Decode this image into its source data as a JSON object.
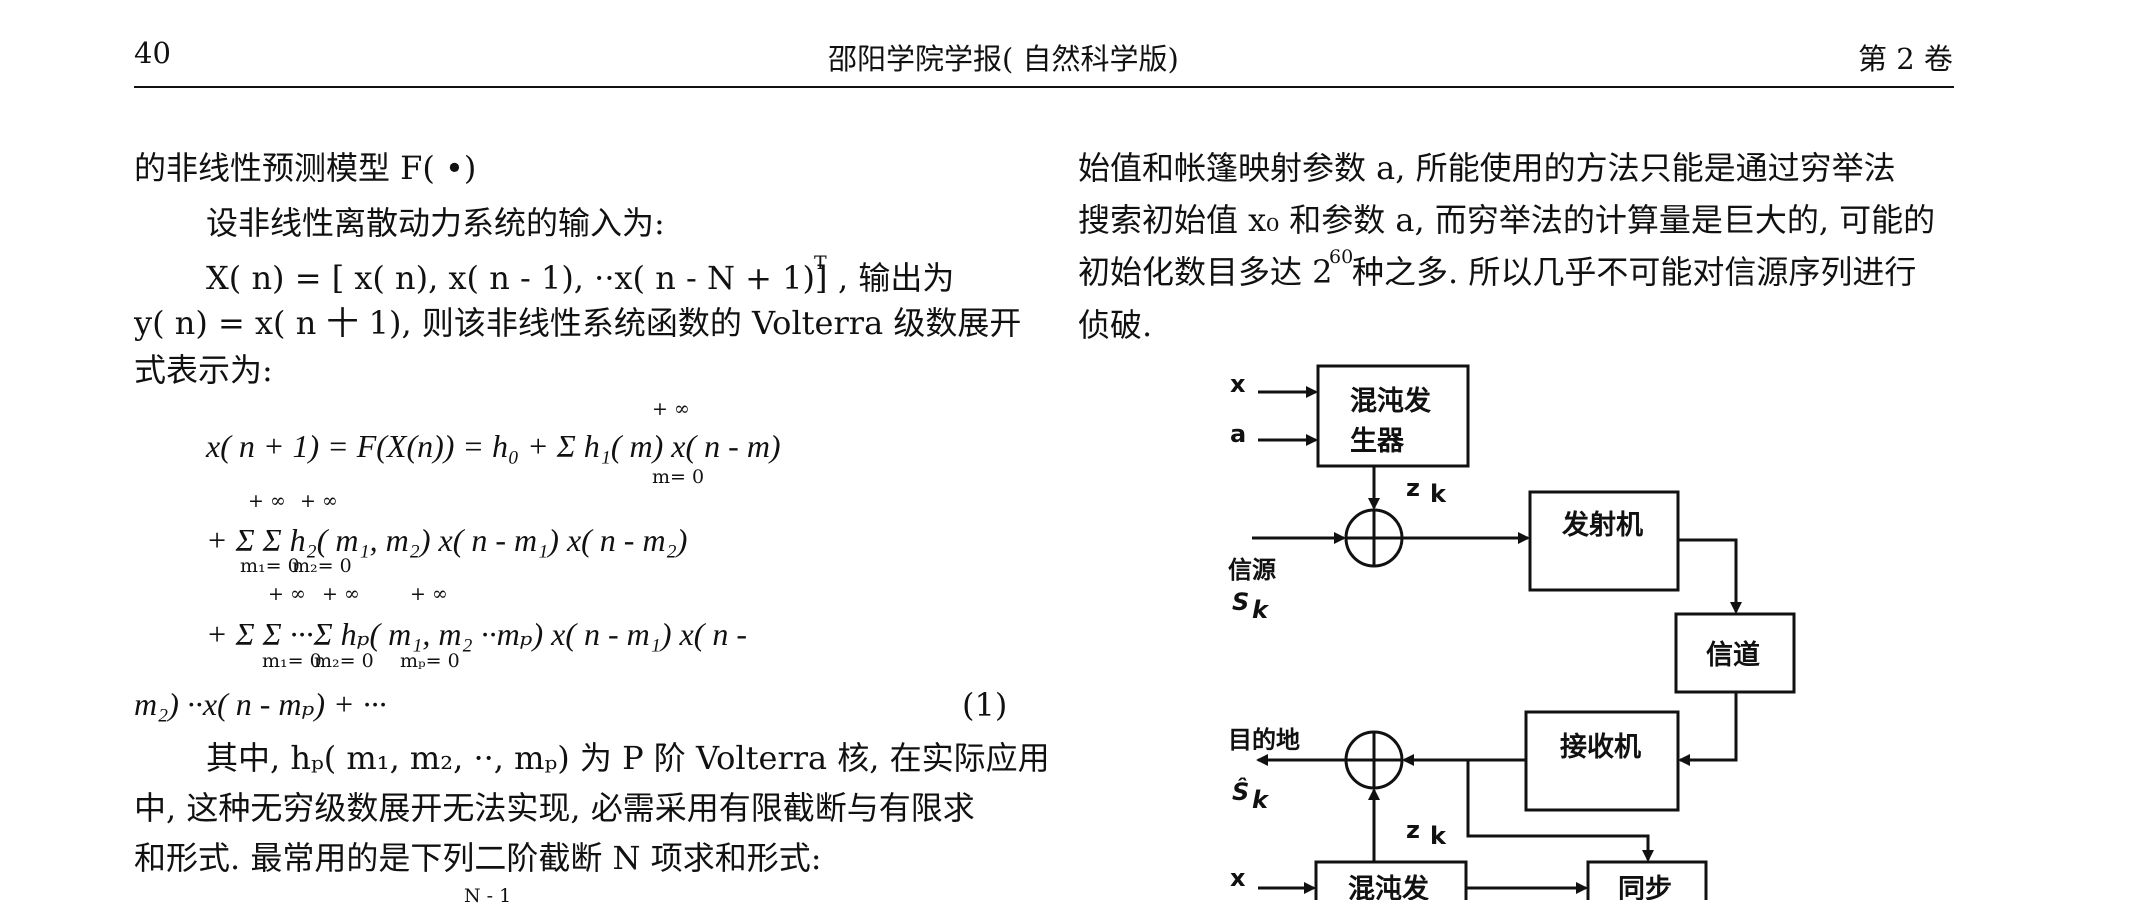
{
  "header": {
    "page_number": "40",
    "journal": "邵阳学院学报( 自然科学版)",
    "volume": "第 2 卷"
  },
  "left_column": {
    "lines": [
      "的非线性预测模型 F( •)",
      "设非线性离散动力系统的输入为:",
      "X( n) = [ x( n), x( n - 1), ··x( n - N + 1)]",
      ", 输出为",
      "y( n) = x( n 十 1), 则该非线性系统函数的 Volterra 级数展开",
      "式表示为:"
    ],
    "equation": {
      "row1": "x( n + 1) = F(X(n)) = h₀ + Σ h₁( m) x( n - m)",
      "row2": "+ Σ Σ h₂( m₁, m₂) x( n - m₁) x( n - m₂)",
      "row3": "+ Σ Σ ···Σ hₚ( m₁, m₂ ··mₚ) x( n - m₁) x( n -",
      "row4": "m₂) ··x( n - mₚ) + ···",
      "number": "(1)",
      "sum_upper": "+ ∞",
      "sum_lower_m": "m= 0",
      "sum_lower_m1": "m₁= 0",
      "sum_lower_m2": "m₂= 0",
      "sum_lower_mp": "mₚ= 0",
      "transpose": "T"
    },
    "after": [
      "其中, hₚ( m₁, m₂, ··, mₚ) 为 P 阶 Volterra 核, 在实际应用",
      "中, 这种无穷级数展开无法实现, 必需采用有限截断与有限求",
      "和形式. 最常用的是下列二阶截断 N 项求和形式:"
    ],
    "cut_fragment": "N - 1"
  },
  "right_column": {
    "lines": [
      "始值和帐篷映射参数 a, 所能使用的方法只能是通过穷举法",
      "搜索初始值 x₀ 和参数 a, 而穷举法的计算量是巨大的, 可能的",
      "初始化数目多达 2",
      " 种之多. 所以几乎不可能对信源序列进行",
      "侦破."
    ],
    "exponent": "60"
  },
  "diagram": {
    "chaos_gen_top": "混沌发生器",
    "chaos_gen_top_l1": "混沌发",
    "chaos_gen_top_l2": "生器",
    "transmitter": "发射机",
    "channel": "信道",
    "receiver": "接收机",
    "sync": "同步",
    "chaos_gen_bottom": "混沌发",
    "input_x": "x",
    "input_a": "a",
    "zk": "z",
    "zk_sub": "k",
    "source": "信源",
    "source_symbol": "S",
    "source_sub": "k",
    "destination": "目的地",
    "dest_symbol": "Ŝ",
    "dest_sub": "k",
    "input_x_bottom": "x"
  }
}
